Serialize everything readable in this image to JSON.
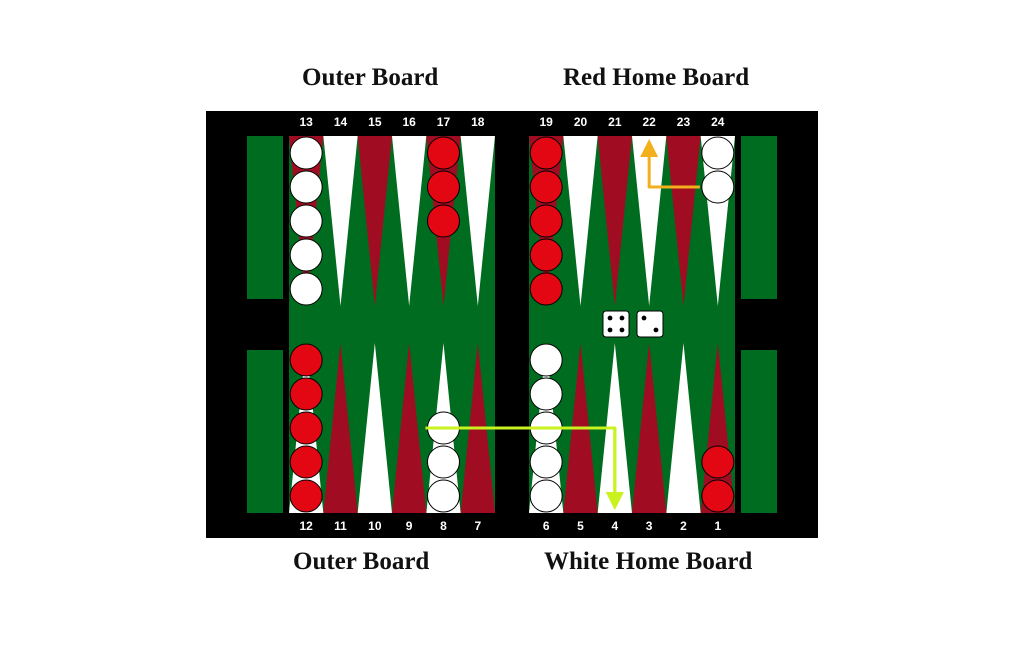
{
  "labels": {
    "top_left": "Outer Board",
    "top_right": "Red Home Board",
    "bottom_left": "Outer Board",
    "bottom_right": "White Home Board"
  },
  "point_numbers": {
    "top": [
      "13",
      "14",
      "15",
      "16",
      "17",
      "18",
      "19",
      "20",
      "21",
      "22",
      "23",
      "24"
    ],
    "bottom": [
      "12",
      "11",
      "10",
      "9",
      "8",
      "7",
      "6",
      "5",
      "4",
      "3",
      "2",
      "1"
    ]
  },
  "checkers": [
    {
      "point": 13,
      "color": "white",
      "count": 5
    },
    {
      "point": 17,
      "color": "red",
      "count": 3
    },
    {
      "point": 19,
      "color": "red",
      "count": 5
    },
    {
      "point": 24,
      "color": "white",
      "count": 2
    },
    {
      "point": 12,
      "color": "red",
      "count": 5
    },
    {
      "point": 8,
      "color": "white",
      "count": 3
    },
    {
      "point": 6,
      "color": "white",
      "count": 5
    },
    {
      "point": 1,
      "color": "red",
      "count": 2
    }
  ],
  "dice": [
    4,
    2
  ],
  "moves": [
    {
      "color": "#f2b01c",
      "from": 24,
      "to": 22
    },
    {
      "color": "#c9f21e",
      "from": 8,
      "to": 4
    },
    {
      "color": "#c9f21e",
      "from": 6,
      "to": 4
    }
  ],
  "colors": {
    "frame": "#000000",
    "felt": "#006c1f",
    "point_dark": "#a00d22",
    "point_light": "#ffffff",
    "checker_red": "#e30613",
    "checker_white": "#ffffff",
    "arrow_orange": "#f2b01c",
    "arrow_lime": "#c9f21e"
  }
}
